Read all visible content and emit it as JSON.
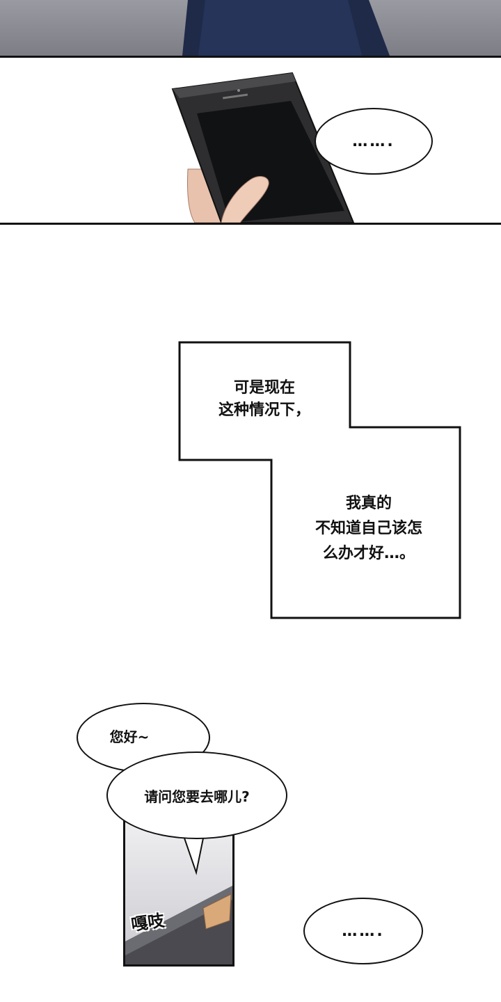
{
  "panel1": {
    "dialogue": "……."
  },
  "caption1": {
    "line1": "可是现在",
    "line2": "这种情况下，"
  },
  "caption2": {
    "line1": "我真的",
    "line2": "不知道自己该怎",
    "line3": "么办才好…。"
  },
  "speech1": {
    "text": "您好~"
  },
  "speech2": {
    "text": "请问您要去哪儿?"
  },
  "sfx": {
    "text": "嘎吱"
  },
  "speech3": {
    "text": "……."
  }
}
